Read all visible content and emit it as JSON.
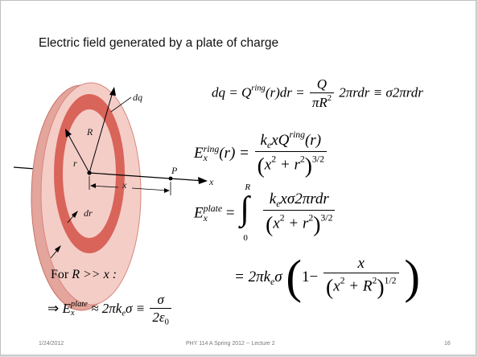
{
  "slide": {
    "title": "Electric field generated by a plate of charge",
    "footer": {
      "date": "1/24/2012",
      "course": "PHY 114 A  Spring 2012 -- Lecture 2",
      "page": "16"
    }
  },
  "figure": {
    "labels": {
      "dq": "dq",
      "R": "R",
      "r": "r",
      "P": "P",
      "x_axis": "x",
      "x_dist": "x",
      "dr": "dr"
    },
    "colors": {
      "disk_face": "#f2c4bf",
      "disk_edge": "#d9877d",
      "ring": "#d9645a",
      "ring_dark": "#b8473e"
    }
  },
  "equations": {
    "eq1": {
      "lhs": "dq = Q",
      "sup": "ring",
      "mid": "(r)dr =",
      "num": "Q",
      "den_main": "πR",
      "den_exp": "2",
      "rhs": "2πrdr ≡ σ2πrdr"
    },
    "eq2": {
      "lhs": "E",
      "sub": "x",
      "sup": "ring",
      "arg": "(r) =",
      "num_main": "k",
      "num_sub": "e",
      "num_rest": "xQ",
      "num_sup": "ring",
      "num_tail": "(r)",
      "den_inner": "x",
      "den_exp1": "2",
      "den_plus": "+ r",
      "den_exp2": "2",
      "den_power": "3/2"
    },
    "eq3": {
      "lhs": "E",
      "sub": "x",
      "sup": "plate",
      "eq": "=",
      "lim_top": "R",
      "lim_bot": "0",
      "num_main": "k",
      "num_sub": "e",
      "num_rest": "xσ2πrdr",
      "den_inner": "x",
      "den_exp1": "2",
      "den_plus": "+ r",
      "den_exp2": "2",
      "den_power": "3/2"
    },
    "eq4": {
      "eq": "= 2πk",
      "sub": "e",
      "sigma": "σ",
      "one_minus": "1−",
      "num": "x",
      "den_inner": "x",
      "den_exp1": "2",
      "den_plus": "+ R",
      "den_exp2": "2",
      "den_power": "1/2"
    },
    "cond": {
      "text_for": "For",
      "expr": "R >> x :"
    },
    "result": {
      "arrow": "⇒",
      "lhs": "E",
      "sub": "x",
      "sup": "plate",
      "mid": "≈ 2πk",
      "mid_sub": "e",
      "tail": "σ ≡",
      "num": "σ",
      "den_main": "2ε",
      "den_sub": "0"
    }
  }
}
